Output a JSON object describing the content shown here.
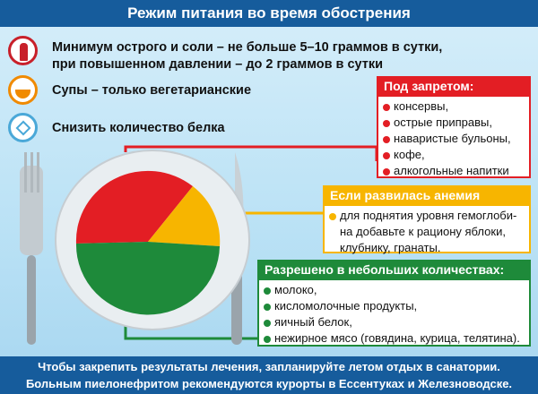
{
  "title": "Режим питания во время обострения",
  "rules": [
    {
      "icon": "salt-shaker-icon",
      "lines": [
        "Минимум острого и соли – не больше 5–10 граммов в сутки,",
        "при повышенном давлении – до 2 граммов в сутки"
      ]
    },
    {
      "icon": "soup-bowl-icon",
      "lines": [
        "Супы – только вегетарианские"
      ]
    },
    {
      "icon": "molecule-icon",
      "lines": [
        "Снизить количество белка"
      ]
    }
  ],
  "forbidden": {
    "header": "Под запретом:",
    "items": [
      "консервы,",
      "острые приправы,",
      "наваристые бульоны,",
      "кофе,",
      "алкогольные напитки"
    ]
  },
  "anemia": {
    "header": "Если развилась анемия",
    "items": [
      "для поднятия уровня гемоглоби-на добавьте к рациону яблоки, клубнику, гранаты."
    ]
  },
  "allowed": {
    "header": "Разрешено в небольших количествах:",
    "items": [
      "молоко,",
      "кисломолочные продукты,",
      "яичный белок,",
      "нежирное мясо (говядина, курица, телятина)."
    ]
  },
  "footer": [
    "Чтобы закрепить результаты лечения, запланируйте летом отдых в санатории.",
    "Больным пиелонефритом рекомендуются курорты в Ессентуках и Железноводске."
  ],
  "colors": {
    "red": "#e31e24",
    "yellow": "#f7b500",
    "green": "#1e8a3a",
    "blue": "#165c9c"
  }
}
